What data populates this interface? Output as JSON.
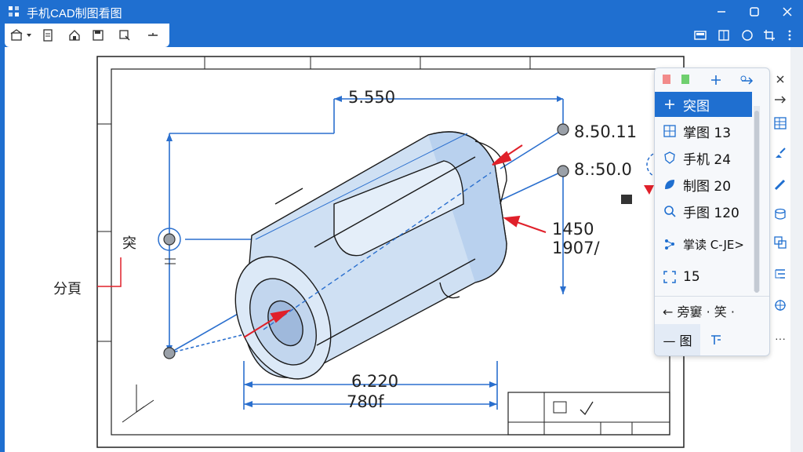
{
  "window": {
    "title": "手机CAD制图看图",
    "controls": [
      "minimize-icon",
      "maximize-icon",
      "close-icon"
    ]
  },
  "toolbar": {
    "left_icons": [
      "home-icon",
      "page-icon",
      "house-icon",
      "save-icon",
      "export-icon",
      "line-icon"
    ],
    "right_icons": [
      "screen-icon",
      "layout-icon",
      "circle-icon",
      "crop-icon",
      "more-vertical-icon"
    ]
  },
  "drawing": {
    "dimensions": {
      "top_length": "5.550",
      "right_top": "8.50.11",
      "right_mid": "8.:50.0",
      "right_height": "1450",
      "right_height2": "1907/",
      "bottom_length": "6.220",
      "bottom_length2": "780f"
    },
    "labels": {
      "left_marker": "突",
      "left_callout": "分頁"
    },
    "colors": {
      "dimension": "#2a6fce",
      "arrow": "#e0202a",
      "part_fill": "#cfe0f3",
      "part_edge": "#1a1a1a"
    }
  },
  "panel": {
    "header_icons": [
      "red-dot",
      "green-dot",
      "plus-icon",
      "swap-icon"
    ],
    "items": [
      {
        "label": "突图",
        "icon": "plus-icon",
        "selected": true
      },
      {
        "label": "掌图 13",
        "icon": "grid-icon",
        "selected": false
      },
      {
        "label": "手机 24",
        "icon": "shield-icon",
        "selected": false
      },
      {
        "label": "制图 20",
        "icon": "leaf-icon",
        "selected": false
      },
      {
        "label": "手图 120",
        "icon": "search-icon",
        "selected": false
      },
      {
        "label": "掌读 C-JE>",
        "icon": "node-icon",
        "selected": false
      },
      {
        "label": "15",
        "icon": "frame-icon",
        "selected": false
      }
    ],
    "footer": {
      "back_label": "←  旁窶  · 笑 ·",
      "tab_label": "— 图",
      "more": "···"
    }
  },
  "rightbar": {
    "icons": [
      "close-icon",
      "arrow-right-icon",
      "table-icon",
      "brush-icon",
      "pen-icon",
      "cylinder-icon",
      "copy-icon",
      "layers-icon",
      "compass-icon"
    ]
  }
}
